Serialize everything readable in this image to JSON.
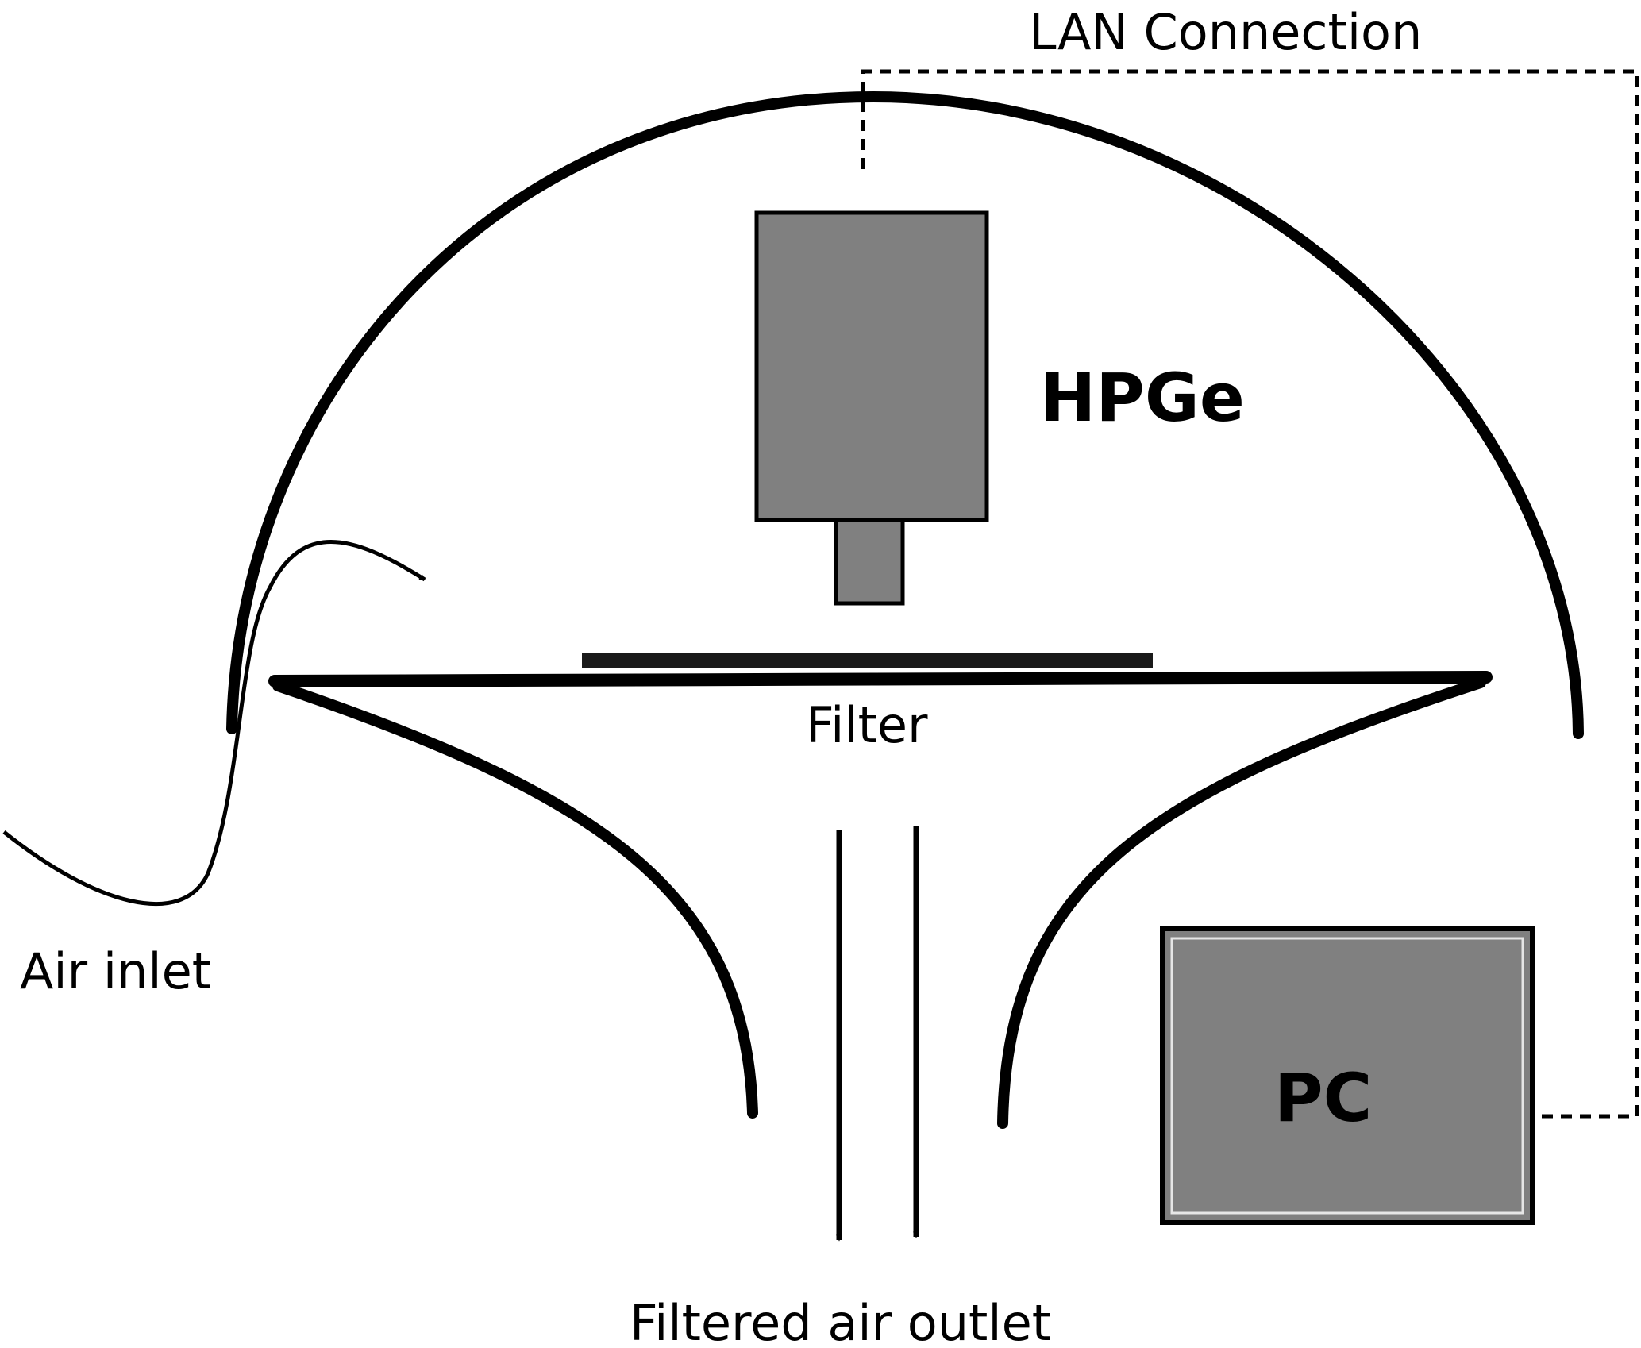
{
  "labels": {
    "lan": "LAN Connection",
    "detector": "HPGe",
    "filter": "Filter",
    "air_inlet": "Air inlet",
    "pc": "PC",
    "outlet": "Filtered air outlet"
  },
  "colors": {
    "stroke": "#000000",
    "box_fill": "#808080",
    "background": "#ffffff",
    "pc_inner_border": "#e6e6e6"
  }
}
